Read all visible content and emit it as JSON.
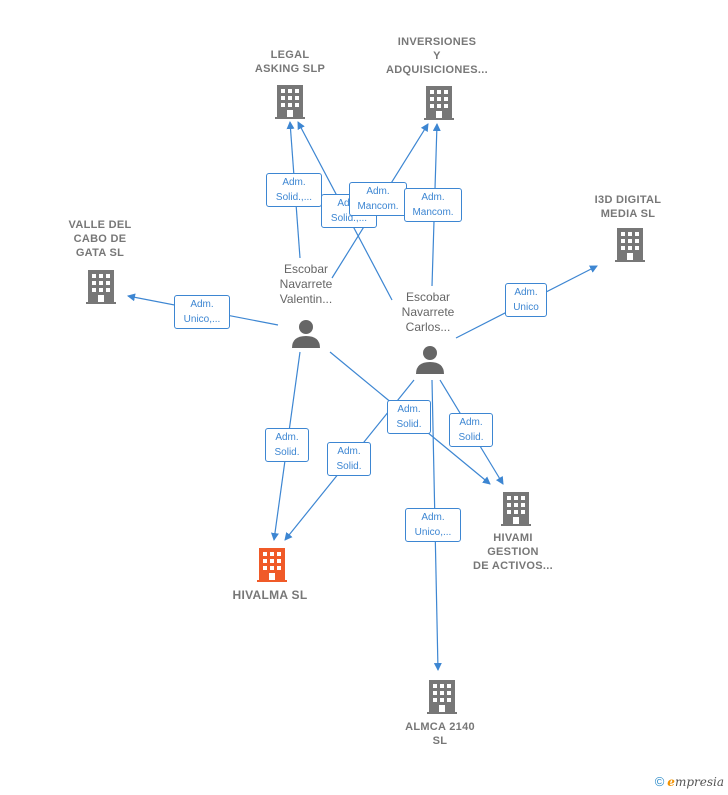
{
  "colors": {
    "edge": "#3d86d2",
    "building": "#777777",
    "building_main": "#f05a28",
    "person": "#666666"
  },
  "companies": {
    "legal_asking": "LEGAL\nASKING SLP",
    "inversiones": "INVERSIONES\nY\nADQUISICIONES...",
    "valle_cabo": "VALLE DEL\nCABO DE\nGATA  SL",
    "i3d": "I3D DIGITAL\nMEDIA  SL",
    "hivalma": "HIVALMA  SL",
    "hivami": "HIVAMI\nGESTION\nDE ACTIVOS...",
    "almca": "ALMCA 2140\nSL"
  },
  "persons": {
    "valentin": "Escobar\nNavarrete\nValentin...",
    "carlos": "Escobar\nNavarrete\nCarlos..."
  },
  "edge_labels": {
    "e1": "Adm.\nSolid.,...",
    "e2": "Adm.\nSolid.,...",
    "e3": "Adm.\nMancom.",
    "e4": "Adm.\nMancom.",
    "e5": "Adm.\nUnico,...",
    "e6": "Adm.\nUnico",
    "e7": "Adm.\nSolid.",
    "e8": "Adm.\nSolid.",
    "e9": "Adm.\nSolid.",
    "e10": "Adm.\nSolid.",
    "e11": "Adm.\nUnico,..."
  },
  "footer": {
    "copyright": "©",
    "brand_e": "e",
    "brand_rest": "mpresia"
  }
}
